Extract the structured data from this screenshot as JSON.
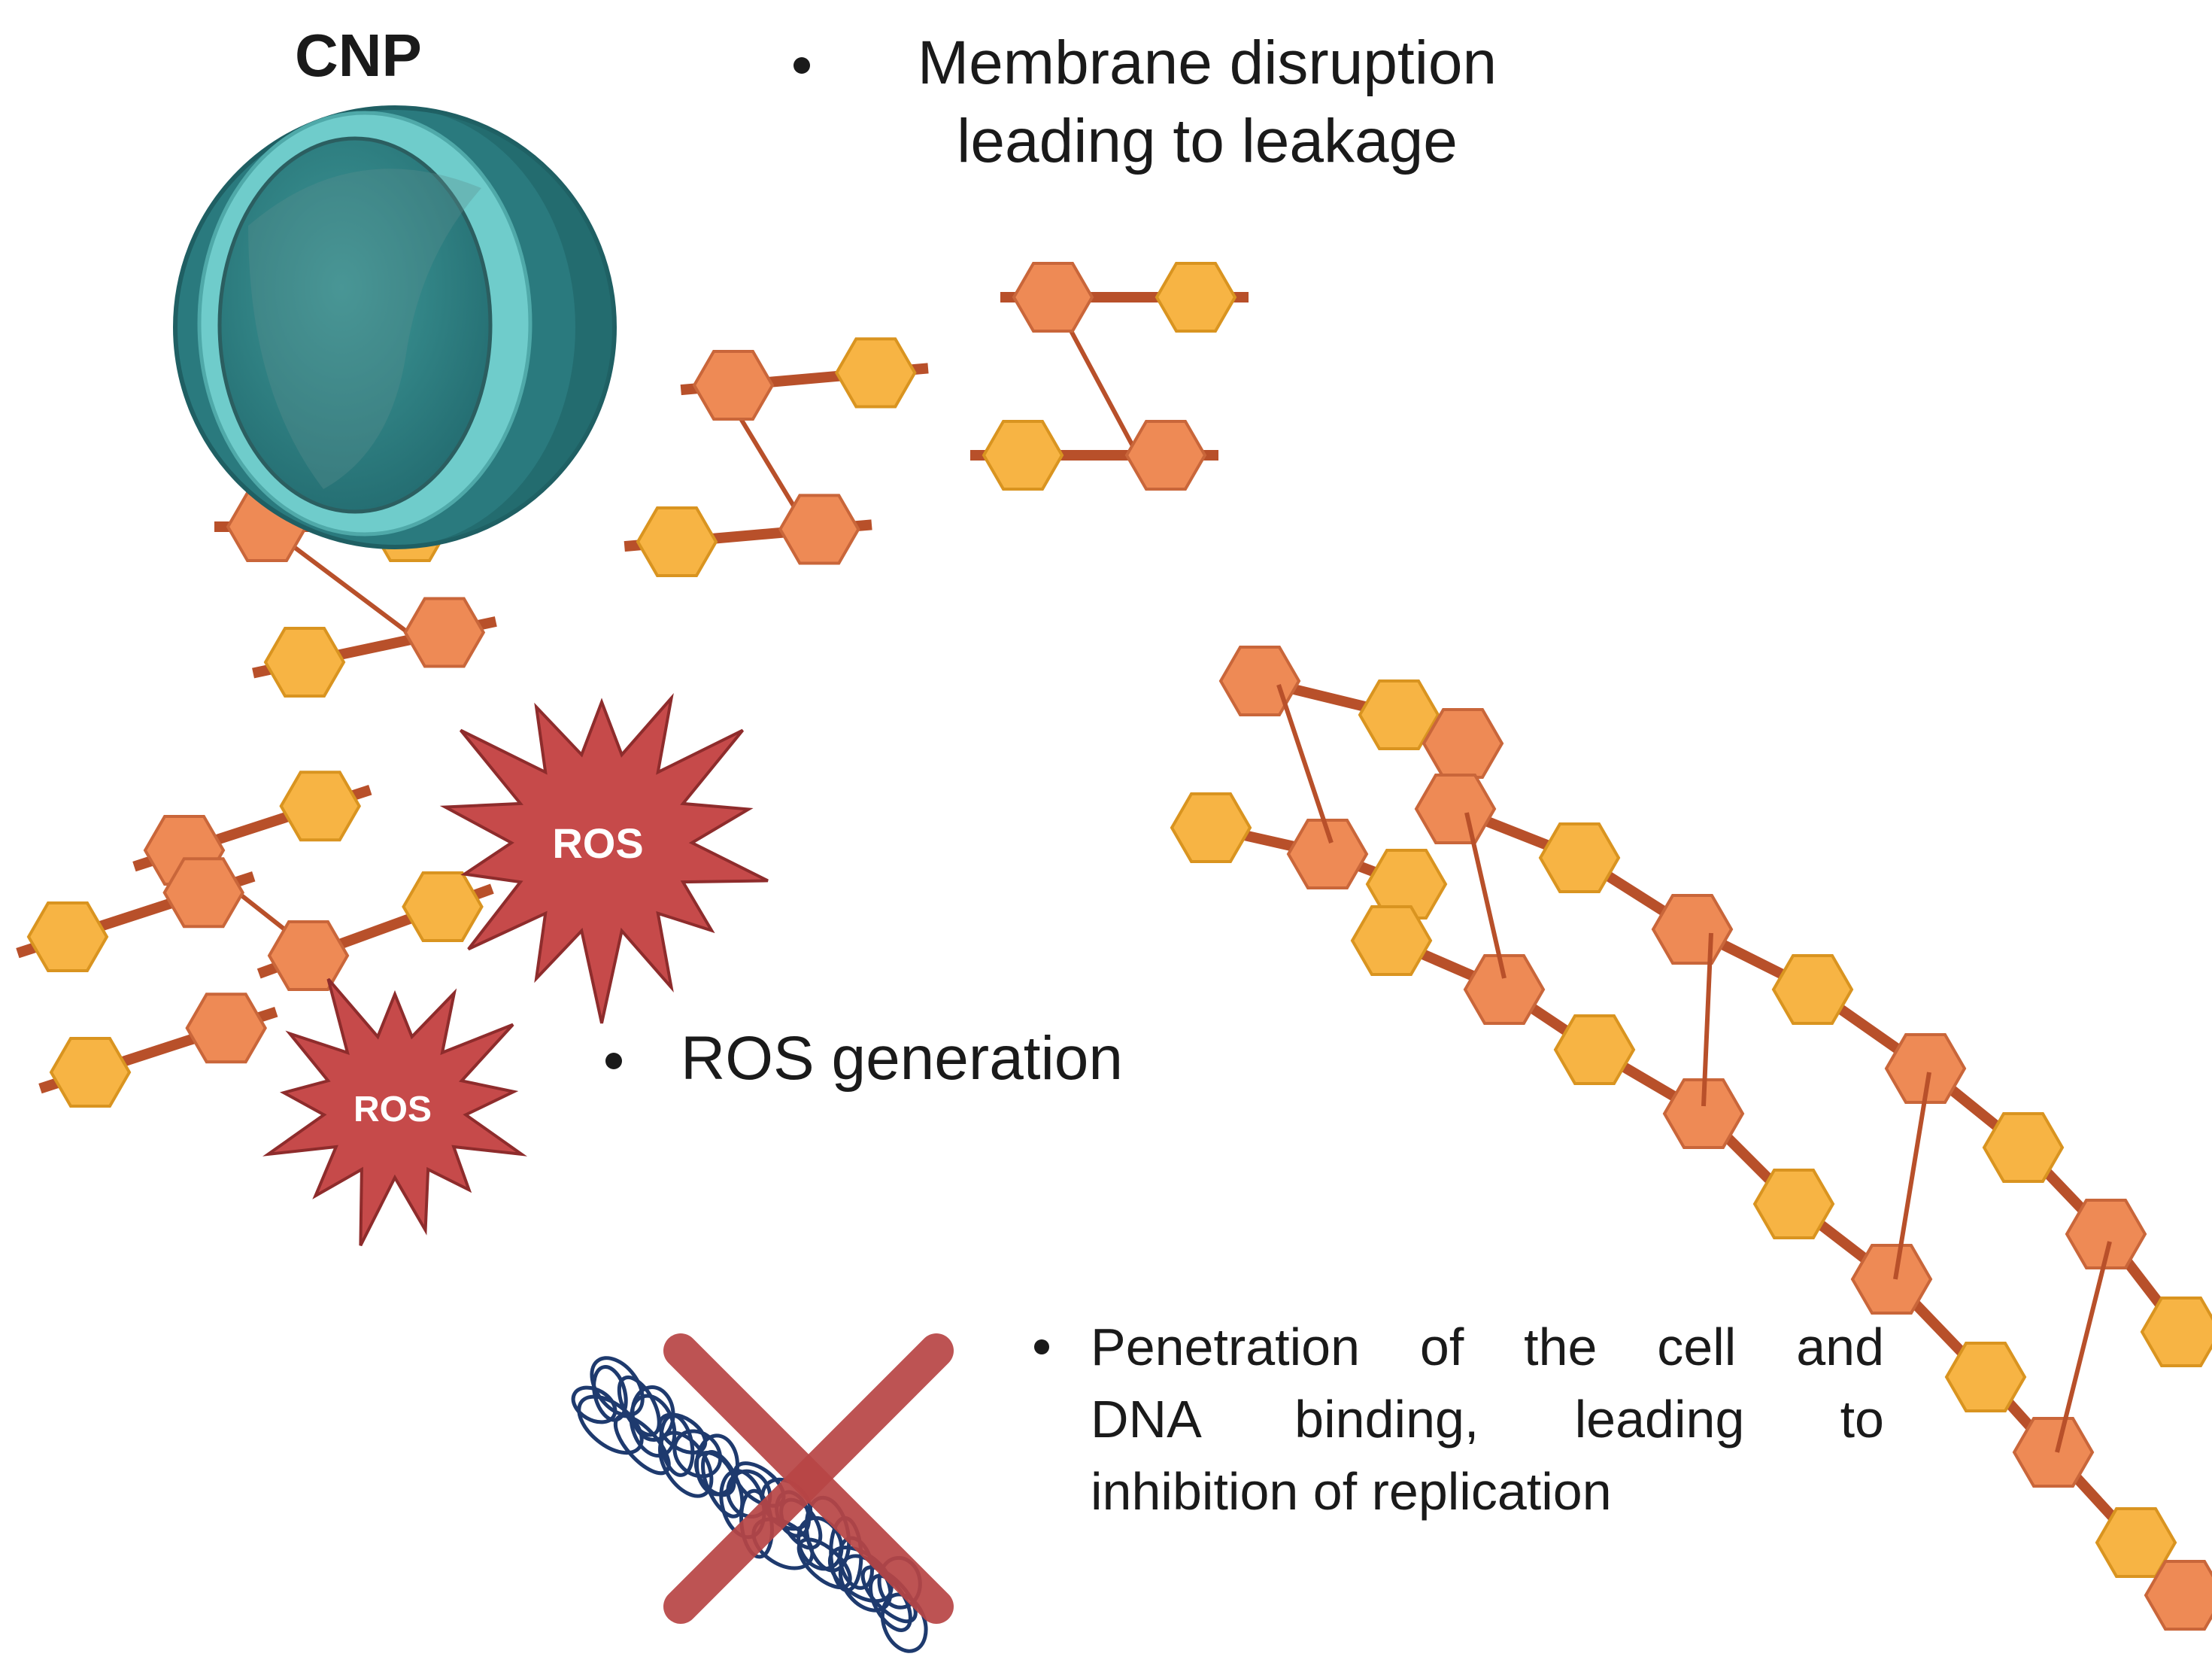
{
  "labels": {
    "cnp": "CNP",
    "membrane": [
      "Membrane disruption",
      "leading to leakage"
    ],
    "ros_generation": "ROS generation",
    "penetration": [
      "Penetration of the cell and",
      "DNA binding, leading to",
      "inhibition of replication"
    ]
  },
  "bursts": {
    "large": "ROS",
    "small": "ROS"
  },
  "colors": {
    "hex_dark_orange": "#ee8a55",
    "hex_light_orange": "#f7b444",
    "link": "#b8502a",
    "nanoparticle_dark": "#2d7f83",
    "nanoparticle_ring": "#7dd3d3",
    "ros_burst": "#c64a4a",
    "cross": "#b84545",
    "dna": "#1e3a6e"
  },
  "icons": [
    "nanoparticle-icon",
    "ros-burst-icon",
    "dna-coil-icon",
    "cross-icon",
    "peptidoglycan-chain-icon"
  ]
}
